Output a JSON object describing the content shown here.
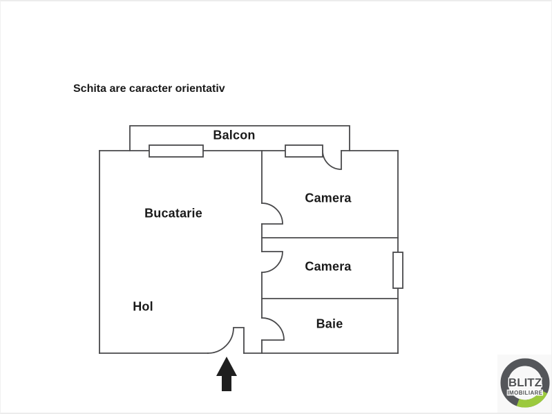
{
  "disclaimer": "Schita are caracter orientativ",
  "rooms": {
    "balcon": {
      "label": "Balcon"
    },
    "bucatarie": {
      "label": "Bucatarie"
    },
    "camera1": {
      "label": "Camera"
    },
    "camera2": {
      "label": "Camera"
    },
    "hol": {
      "label": "Hol"
    },
    "baie": {
      "label": "Baie"
    }
  },
  "logo": {
    "line1": "BLITZ",
    "line2": "IMOBILIARE",
    "ring_color": "#54565a",
    "accent_color": "#9bc93e"
  },
  "colors": {
    "wall": "#48484a",
    "text": "#1a1a1a",
    "arrow": "#1f1f1f"
  }
}
